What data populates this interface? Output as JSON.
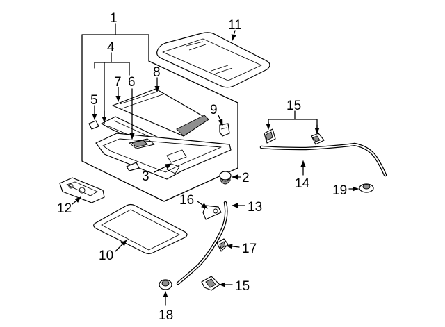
{
  "callouts": [
    {
      "id": "c1",
      "text": "1"
    },
    {
      "id": "c2",
      "text": "2"
    },
    {
      "id": "c3",
      "text": "3"
    },
    {
      "id": "c4",
      "text": "4"
    },
    {
      "id": "c5",
      "text": "5"
    },
    {
      "id": "c6",
      "text": "6"
    },
    {
      "id": "c7",
      "text": "7"
    },
    {
      "id": "c8",
      "text": "8"
    },
    {
      "id": "c9",
      "text": "9"
    },
    {
      "id": "c10",
      "text": "10"
    },
    {
      "id": "c11",
      "text": "11"
    },
    {
      "id": "c12",
      "text": "12"
    },
    {
      "id": "c13",
      "text": "13"
    },
    {
      "id": "c14",
      "text": "14"
    },
    {
      "id": "c15a",
      "text": "15"
    },
    {
      "id": "c15b",
      "text": "15"
    },
    {
      "id": "c16",
      "text": "16"
    },
    {
      "id": "c17",
      "text": "17"
    },
    {
      "id": "c18",
      "text": "18"
    },
    {
      "id": "c19",
      "text": "19"
    }
  ]
}
